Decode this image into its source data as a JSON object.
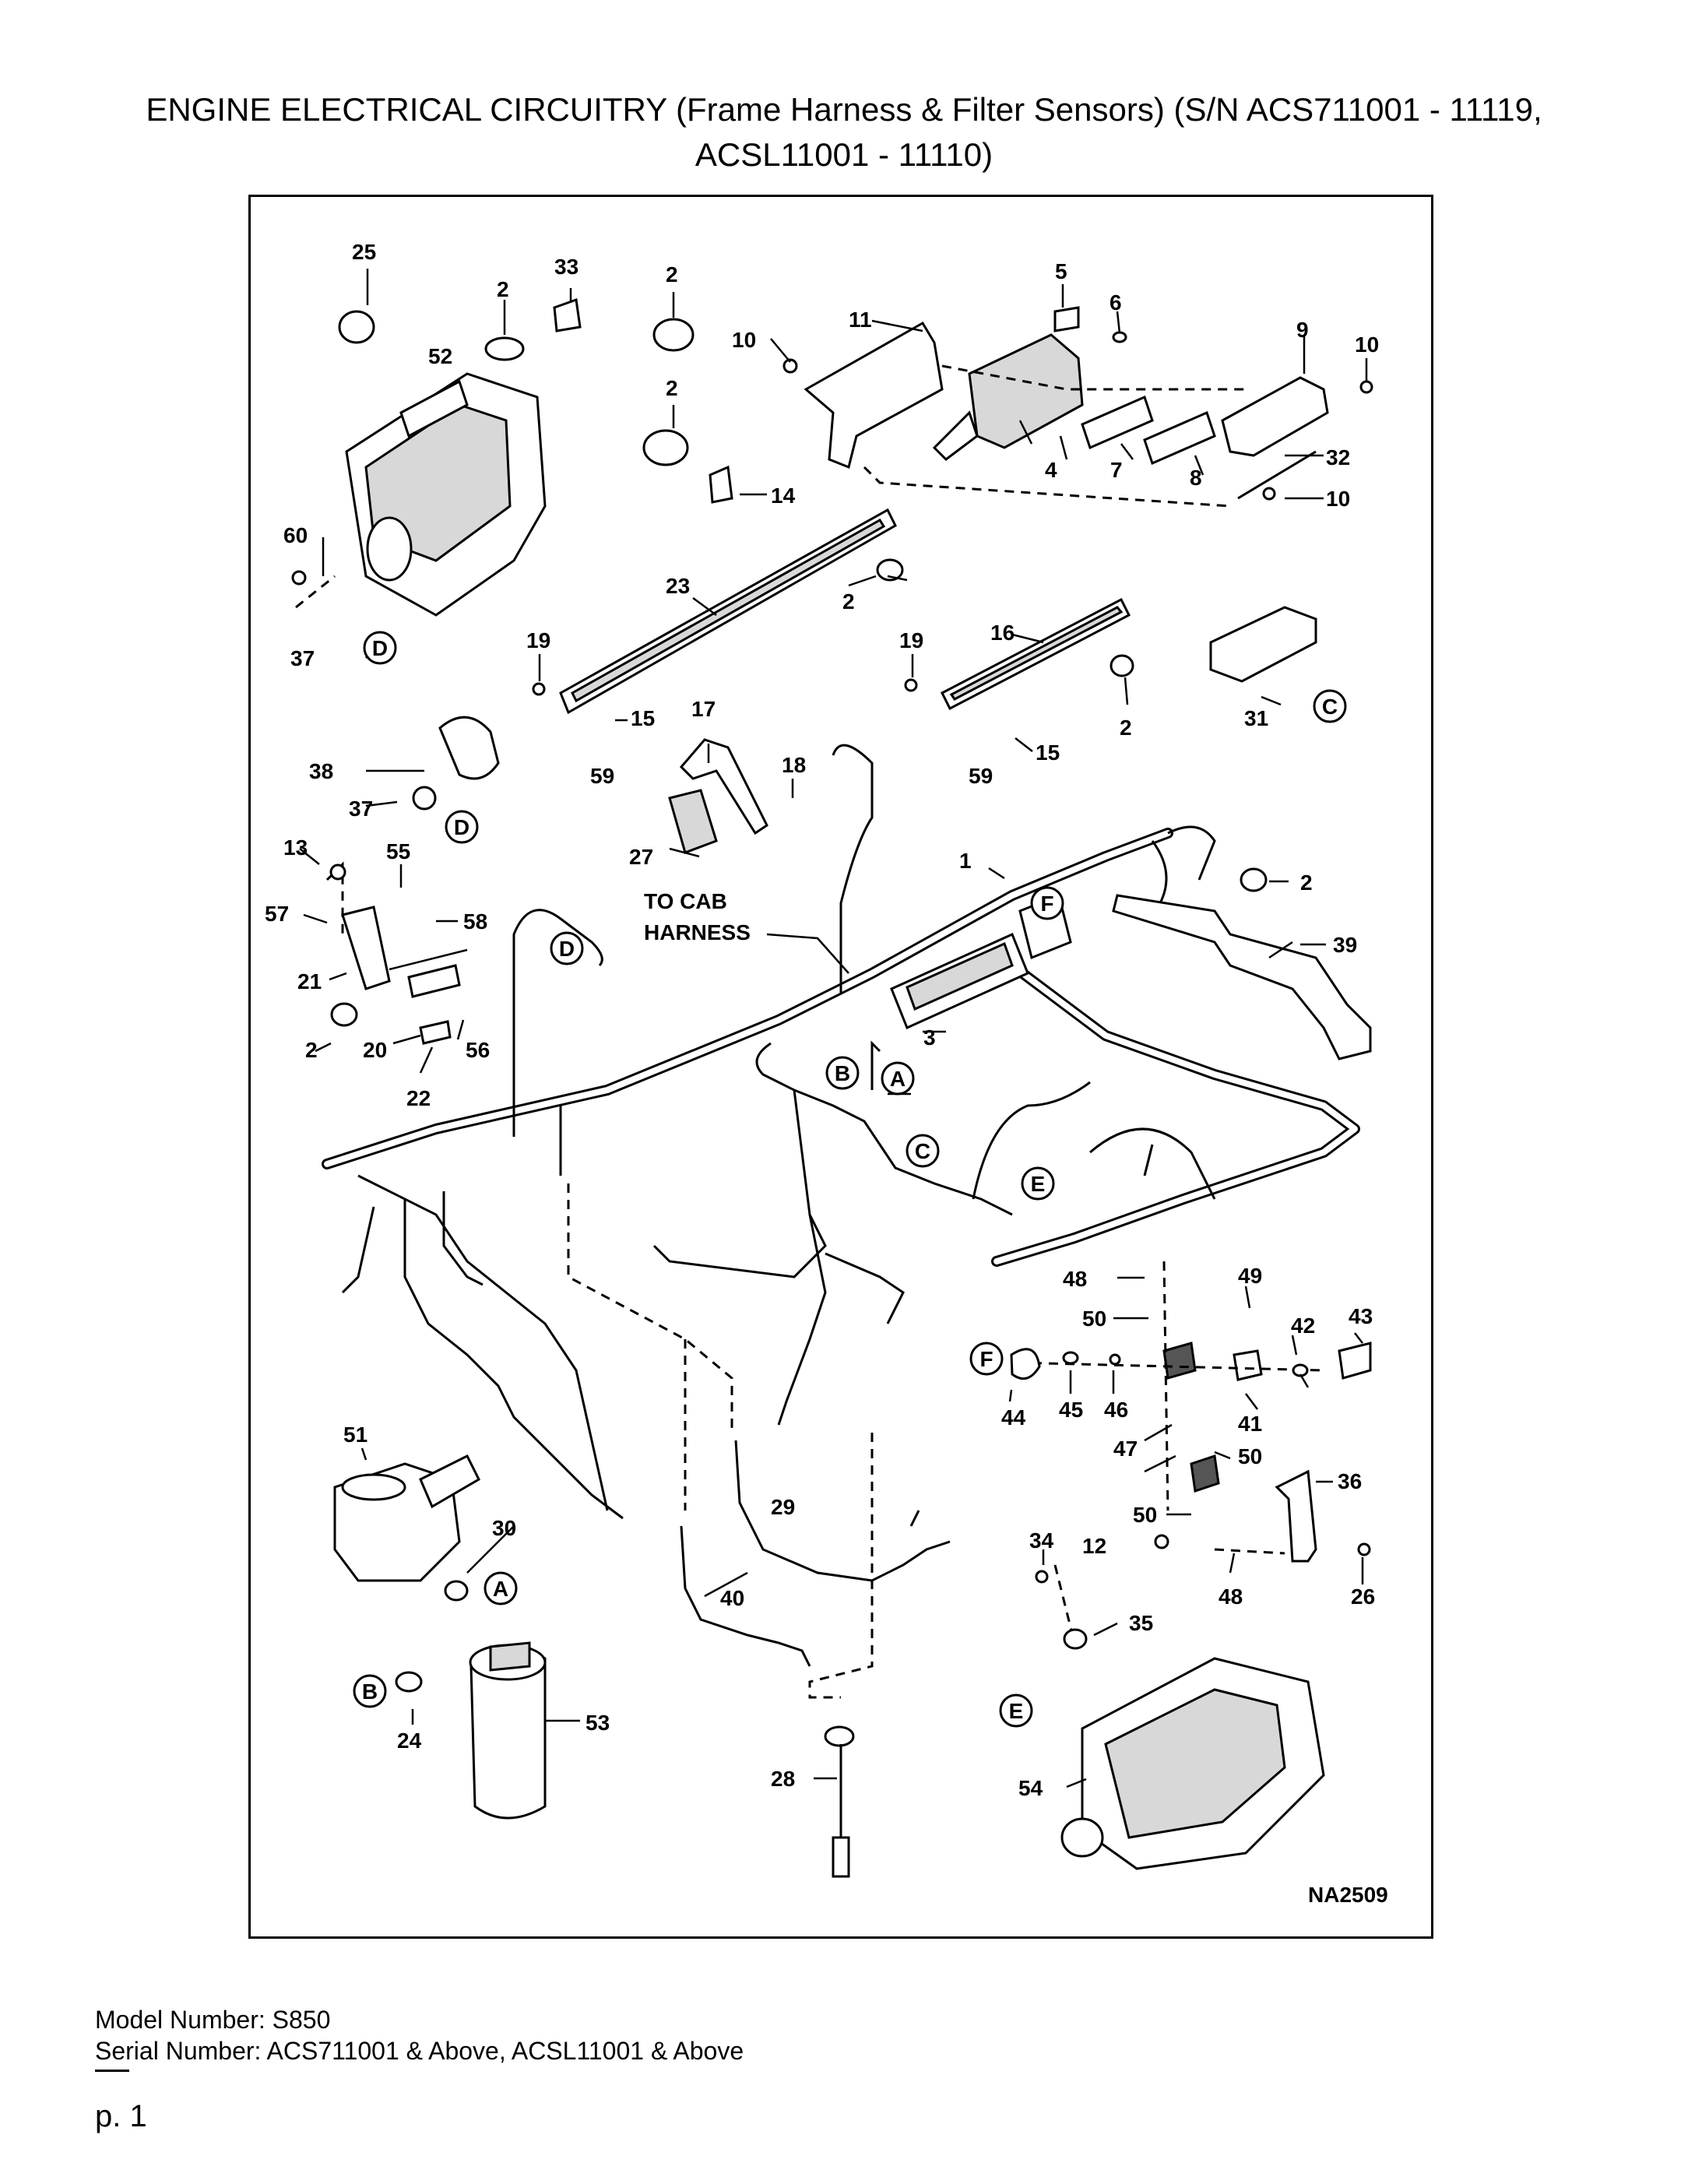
{
  "title": {
    "line1": "ENGINE ELECTRICAL CIRCUITRY (Frame Harness & Filter Sensors) (S/N ACS711001 - 11119,",
    "line2": "ACSL11001 - 11110)"
  },
  "diagram": {
    "id_label": "NA2509",
    "note_to_cab": "TO CAB",
    "note_harness": "HARNESS",
    "callouts": {
      "c1": "1",
      "c2": "2",
      "c3": "3",
      "c4": "4",
      "c5": "5",
      "c6": "6",
      "c7": "7",
      "c8": "8",
      "c9": "9",
      "c10": "10",
      "c11": "11",
      "c12": "12",
      "c13": "13",
      "c14": "14",
      "c15": "15",
      "c16": "16",
      "c17": "17",
      "c18": "18",
      "c19": "19",
      "c20": "20",
      "c21": "21",
      "c22": "22",
      "c23": "23",
      "c24": "24",
      "c25": "25",
      "c26": "26",
      "c27": "27",
      "c28": "28",
      "c29": "29",
      "c30": "30",
      "c31": "31",
      "c32": "32",
      "c33": "33",
      "c34": "34",
      "c35": "35",
      "c36": "36",
      "c37": "37",
      "c38": "38",
      "c39": "39",
      "c40": "40",
      "c41": "41",
      "c42": "42",
      "c43": "43",
      "c44": "44",
      "c45": "45",
      "c46": "46",
      "c47": "47",
      "c48": "48",
      "c49": "49",
      "c50": "50",
      "c51": "51",
      "c52": "52",
      "c53": "53",
      "c54": "54",
      "c55": "55",
      "c56": "56",
      "c57": "57",
      "c58": "58",
      "c59": "59",
      "c60": "60"
    },
    "connectors": {
      "A": "A",
      "B": "B",
      "C": "C",
      "D": "D",
      "E": "E",
      "F": "F"
    }
  },
  "footer": {
    "model_line": "Model Number: S850",
    "serial_line": "Serial Number: ACS711001 & Above, ACSL11001 & Above",
    "page": "p. 1"
  }
}
